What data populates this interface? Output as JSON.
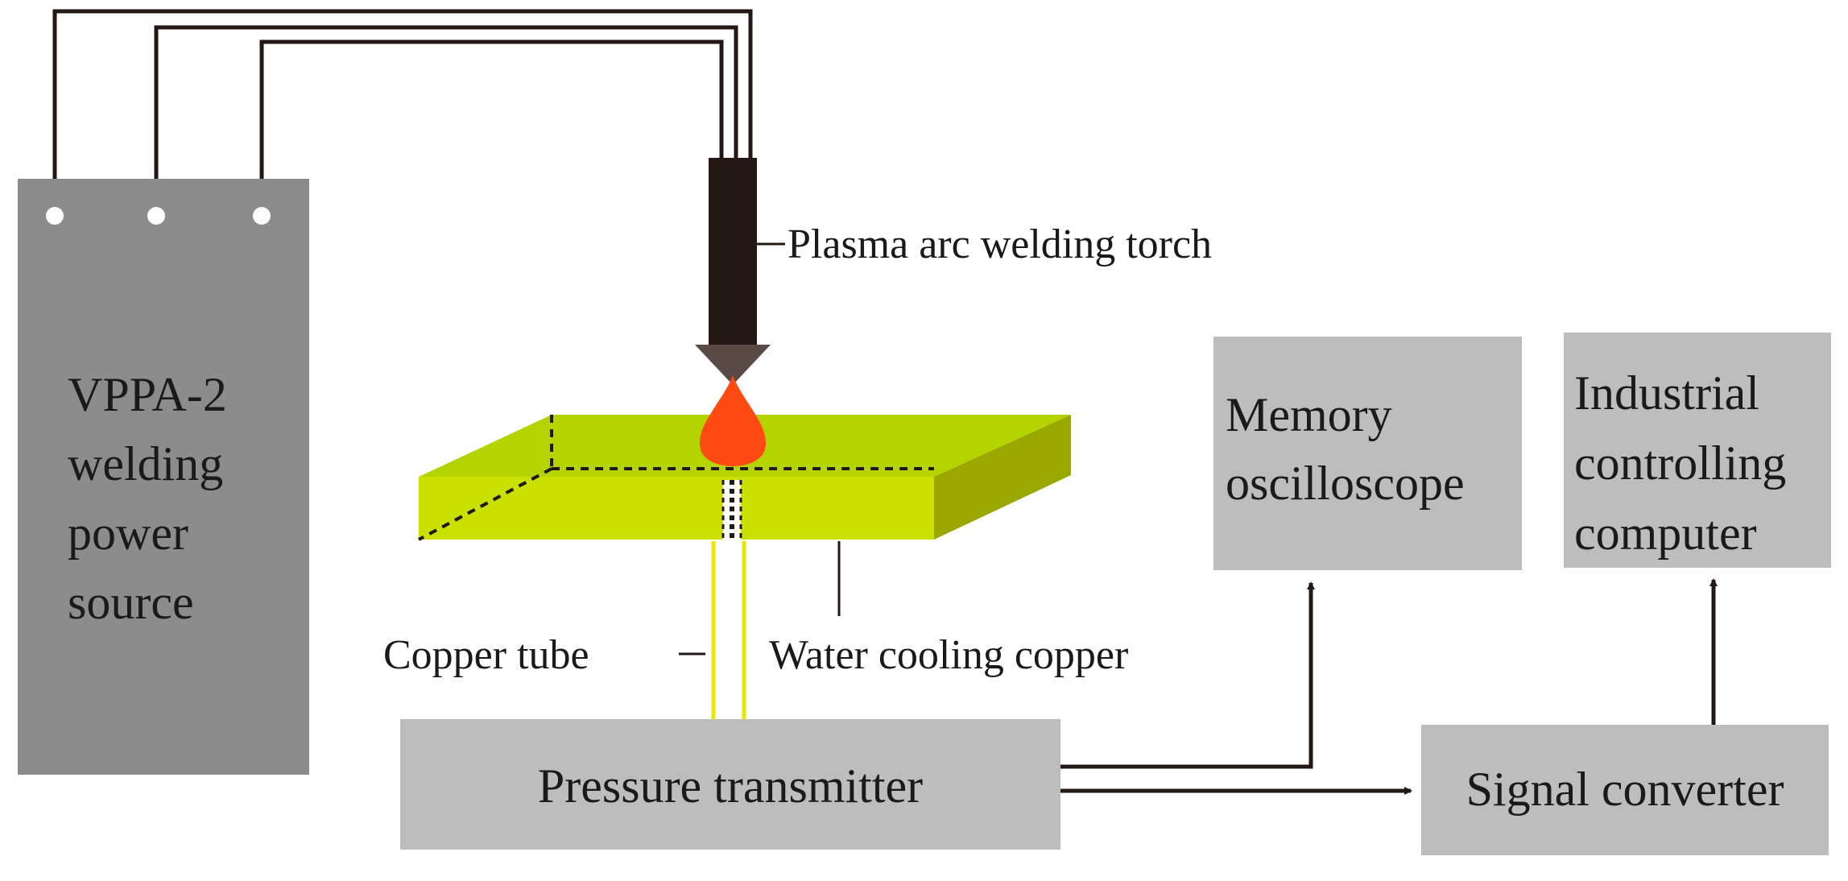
{
  "power_source": {
    "lines": [
      "VPPA-2",
      "welding",
      "power",
      "source"
    ],
    "fill": "#8c8c8c"
  },
  "torch": {
    "label": "Plasma arc welding torch",
    "body_color": "#231815",
    "nozzle_color": "#594a46",
    "arc_color": "#ff4a14"
  },
  "plate": {
    "label": "Water cooling copper",
    "top_color": "#b3d400",
    "front_color": "#c9e000",
    "side_color": "#9aa800"
  },
  "copper_tube": {
    "label": "Copper tube",
    "color": "#e8e800"
  },
  "pressure_transmitter": {
    "label": "Pressure transmitter"
  },
  "memory_oscilloscope": {
    "lines": [
      "Memory",
      "oscilloscope"
    ]
  },
  "signal_converter": {
    "label": "Signal converter"
  },
  "industrial_computer": {
    "lines": [
      "Industrial",
      "controlling",
      "computer"
    ]
  },
  "colors": {
    "box_fill": "#bdbdbd",
    "wire": "#231815",
    "arrow": "#231815"
  }
}
